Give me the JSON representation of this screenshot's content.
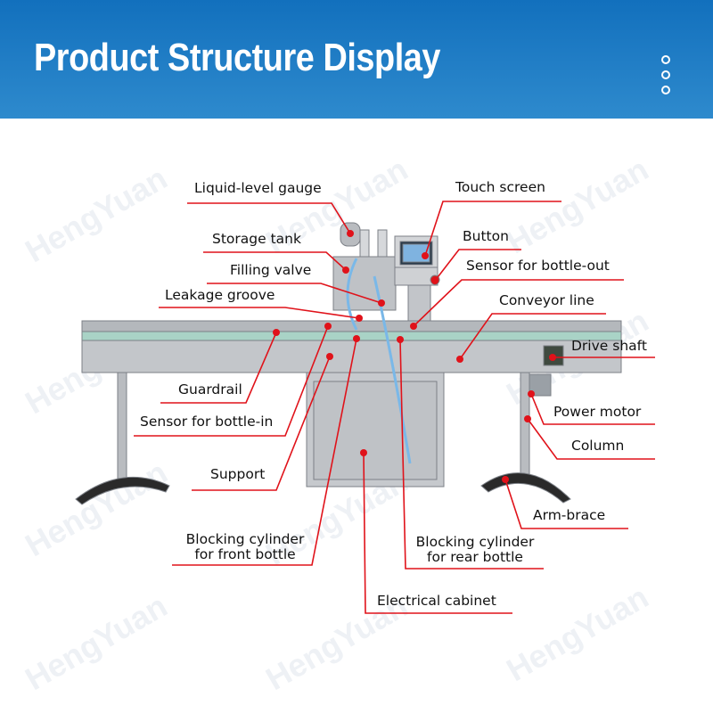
{
  "header": {
    "title": "Product Structure Display"
  },
  "watermark": "HengYuan",
  "labels": {
    "liquid_level_gauge": "Liquid-level gauge",
    "storage_tank": "Storage tank",
    "filling_valve": "Filling valve",
    "leakage_groove": "Leakage groove",
    "guardrail": "Guardrail",
    "sensor_bottle_in": "Sensor for bottle-in",
    "support": "Support",
    "blocking_front_1": "Blocking cylinder",
    "blocking_front_2": "for front bottle",
    "electrical_cabinet": "Electrical cabinet",
    "blocking_rear_1": "Blocking cylinder",
    "blocking_rear_2": "for rear bottle",
    "touch_screen": "Touch screen",
    "button": "Button",
    "sensor_bottle_out": "Sensor for bottle-out",
    "conveyor_line": "Conveyor line",
    "drive_shaft": "Drive shaft",
    "power_motor": "Power motor",
    "column": "Column",
    "arm_brace": "Arm-brace"
  },
  "colors": {
    "header": "#1a78c2",
    "leader": "#e0121a"
  }
}
